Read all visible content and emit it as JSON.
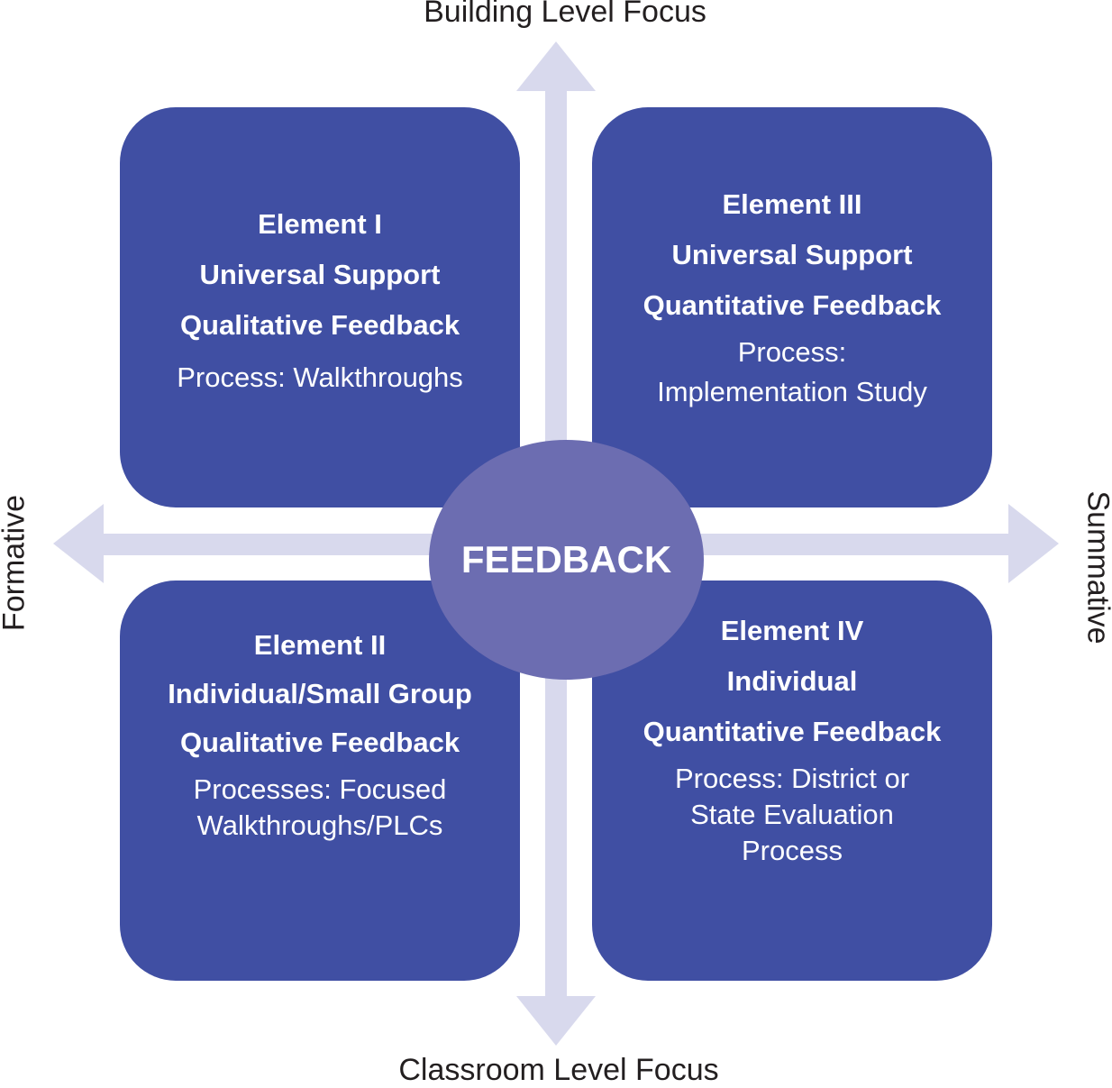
{
  "colors": {
    "box": "#404fa3",
    "center": "#6c6db1",
    "arrow": "#d8d9ed",
    "axis_text": "#231f20",
    "box_text": "#ffffff"
  },
  "axes": {
    "top": "Building Level Focus",
    "bottom": "Classroom Level Focus",
    "left": "Formative",
    "right": "Summative"
  },
  "center": {
    "label": "FEEDBACK"
  },
  "elements": [
    {
      "title": "Element I",
      "scope": "Universal Support",
      "type": "Qualitative Feedback",
      "process_lines": [
        "Process: Walkthroughs"
      ]
    },
    {
      "title": "Element II",
      "scope": "Individual/Small Group",
      "type": "Qualitative Feedback",
      "process_lines": [
        "Processes: Focused",
        "Walkthroughs/PLCs"
      ]
    },
    {
      "title": "Element III",
      "scope": "Universal Support",
      "type": "Quantitative Feedback",
      "process_lines": [
        "Process:",
        "Implementation Study"
      ]
    },
    {
      "title": "Element IV",
      "scope": "Individual",
      "type": "Quantitative Feedback",
      "process_lines": [
        "Process: District or",
        "State Evaluation",
        "Process"
      ]
    }
  ]
}
